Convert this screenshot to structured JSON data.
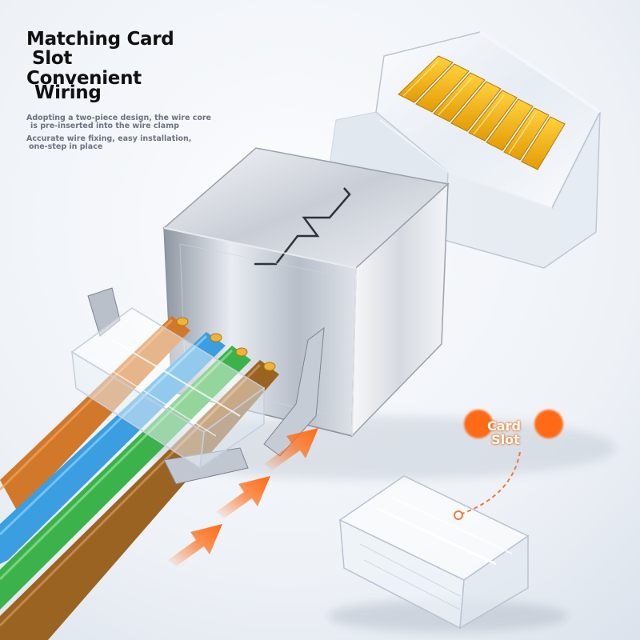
{
  "heading": {
    "line1": "Matching Card",
    "line2": "Slot",
    "line3": "Convenient",
    "line4": "Wiring"
  },
  "description": {
    "line1": "Adopting a two-piece design, the wire core",
    "line2": "is pre-inserted into the wire clamp",
    "line3": "Accurate wire fixing, easy installation,",
    "line4": "one-step in place"
  },
  "callout": {
    "line1": "Card",
    "line2": "Slot"
  },
  "colors": {
    "accent": "#ff6a13",
    "contact_gold": "#f2b10e",
    "wire_orange": "#d2782a",
    "wire_blue": "#3a9ee0",
    "wire_green": "#3cb34a",
    "wire_brown": "#9a6322",
    "background": "#eef2f7"
  }
}
